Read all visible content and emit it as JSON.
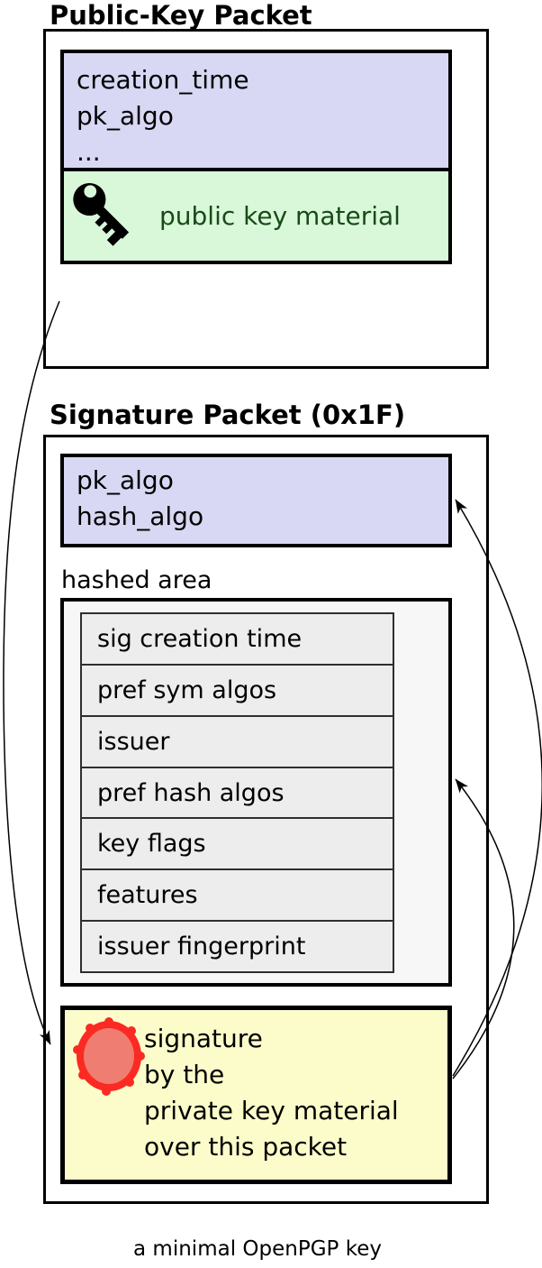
{
  "public_key_packet": {
    "title": "Public-Key Packet",
    "header_fields": [
      "creation_time",
      "pk_algo",
      "..."
    ],
    "material_label": "public key material"
  },
  "signature_packet": {
    "title": "Signature Packet (0x1F)",
    "header_fields": [
      "pk_algo",
      "hash_algo"
    ],
    "hashed_area_label": "hashed area",
    "subpackets": [
      "sig creation time",
      "pref sym algos",
      "issuer",
      "pref hash algos",
      "key flags",
      "features",
      "issuer fingerprint"
    ],
    "signature_lines": [
      "signature",
      "by the",
      "private key material",
      "over this packet"
    ]
  },
  "caption": "a minimal OpenPGP key",
  "icons": {
    "key": "key-icon",
    "seal": "seal-icon",
    "arrows": [
      "arrow-pubkey-to-signature",
      "arrow-signature-to-header",
      "arrow-signature-to-hashed-area"
    ]
  },
  "colors": {
    "packet_header_fill": "#d8d8f4",
    "key_material_fill": "#d9f8d9",
    "key_material_text": "#184a18",
    "hashed_panel_fill": "#f7f7f7",
    "subpacket_row_fill": "#ededed",
    "signature_fill": "#fcfcca",
    "seal_ring": "#fb2a22",
    "seal_fill": "#f07d72",
    "line_color": "#000000"
  }
}
